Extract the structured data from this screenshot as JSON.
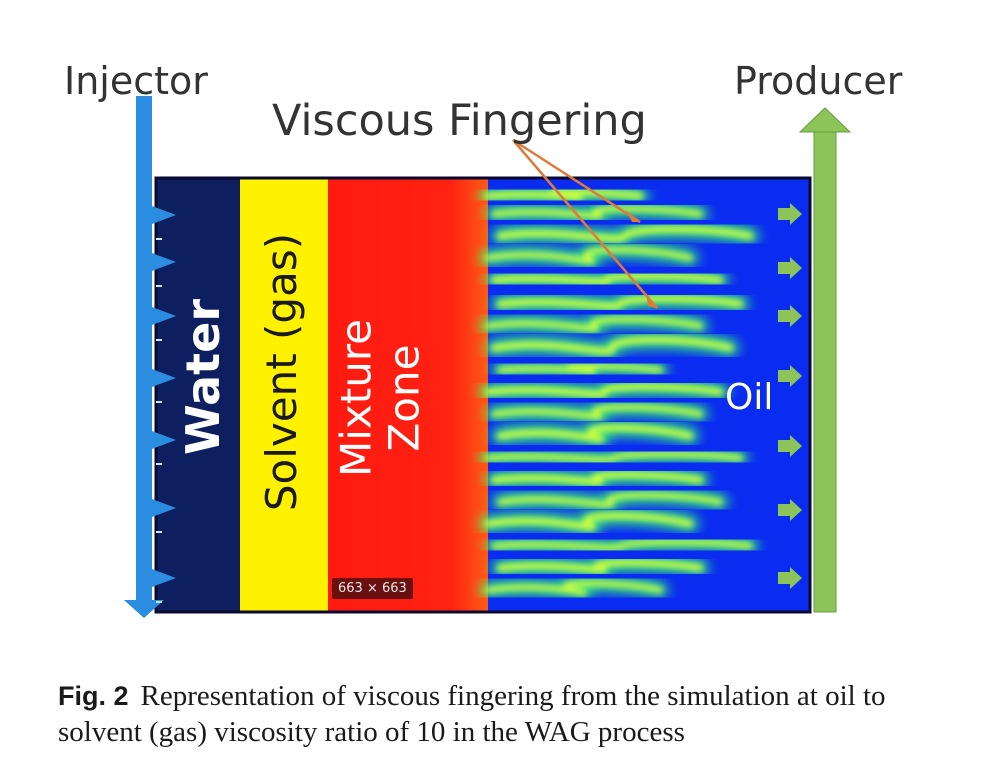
{
  "labels": {
    "injector": "Injector",
    "producer": "Producer",
    "viscous_fingering": "Viscous Fingering",
    "water": "Water",
    "solvent": "Solvent (gas)",
    "mixture_line1": "Mixture",
    "mixture_line2": "Zone",
    "oil": "Oil",
    "dimension_badge": "663 × 663"
  },
  "caption": {
    "label": "Fig. 2",
    "text": "Representation of viscous fingering from the simulation at oil to solvent (gas) viscosity ratio of 10 in the WAG process"
  },
  "colors": {
    "water": "#0d1f5e",
    "solvent": "#fff200",
    "mixture": "#ff1a10",
    "oil": "#0a2cf0",
    "injector_arrow": "#2a8de0",
    "producer_arrow": "#8cc45a",
    "finger_green": "#3dff6a",
    "finger_yellow": "#e6ff3a",
    "leader_line": "#e07a3a"
  },
  "icons": [
    "injector-down-arrow",
    "producer-up-arrow",
    "flow-arrow-icon"
  ]
}
